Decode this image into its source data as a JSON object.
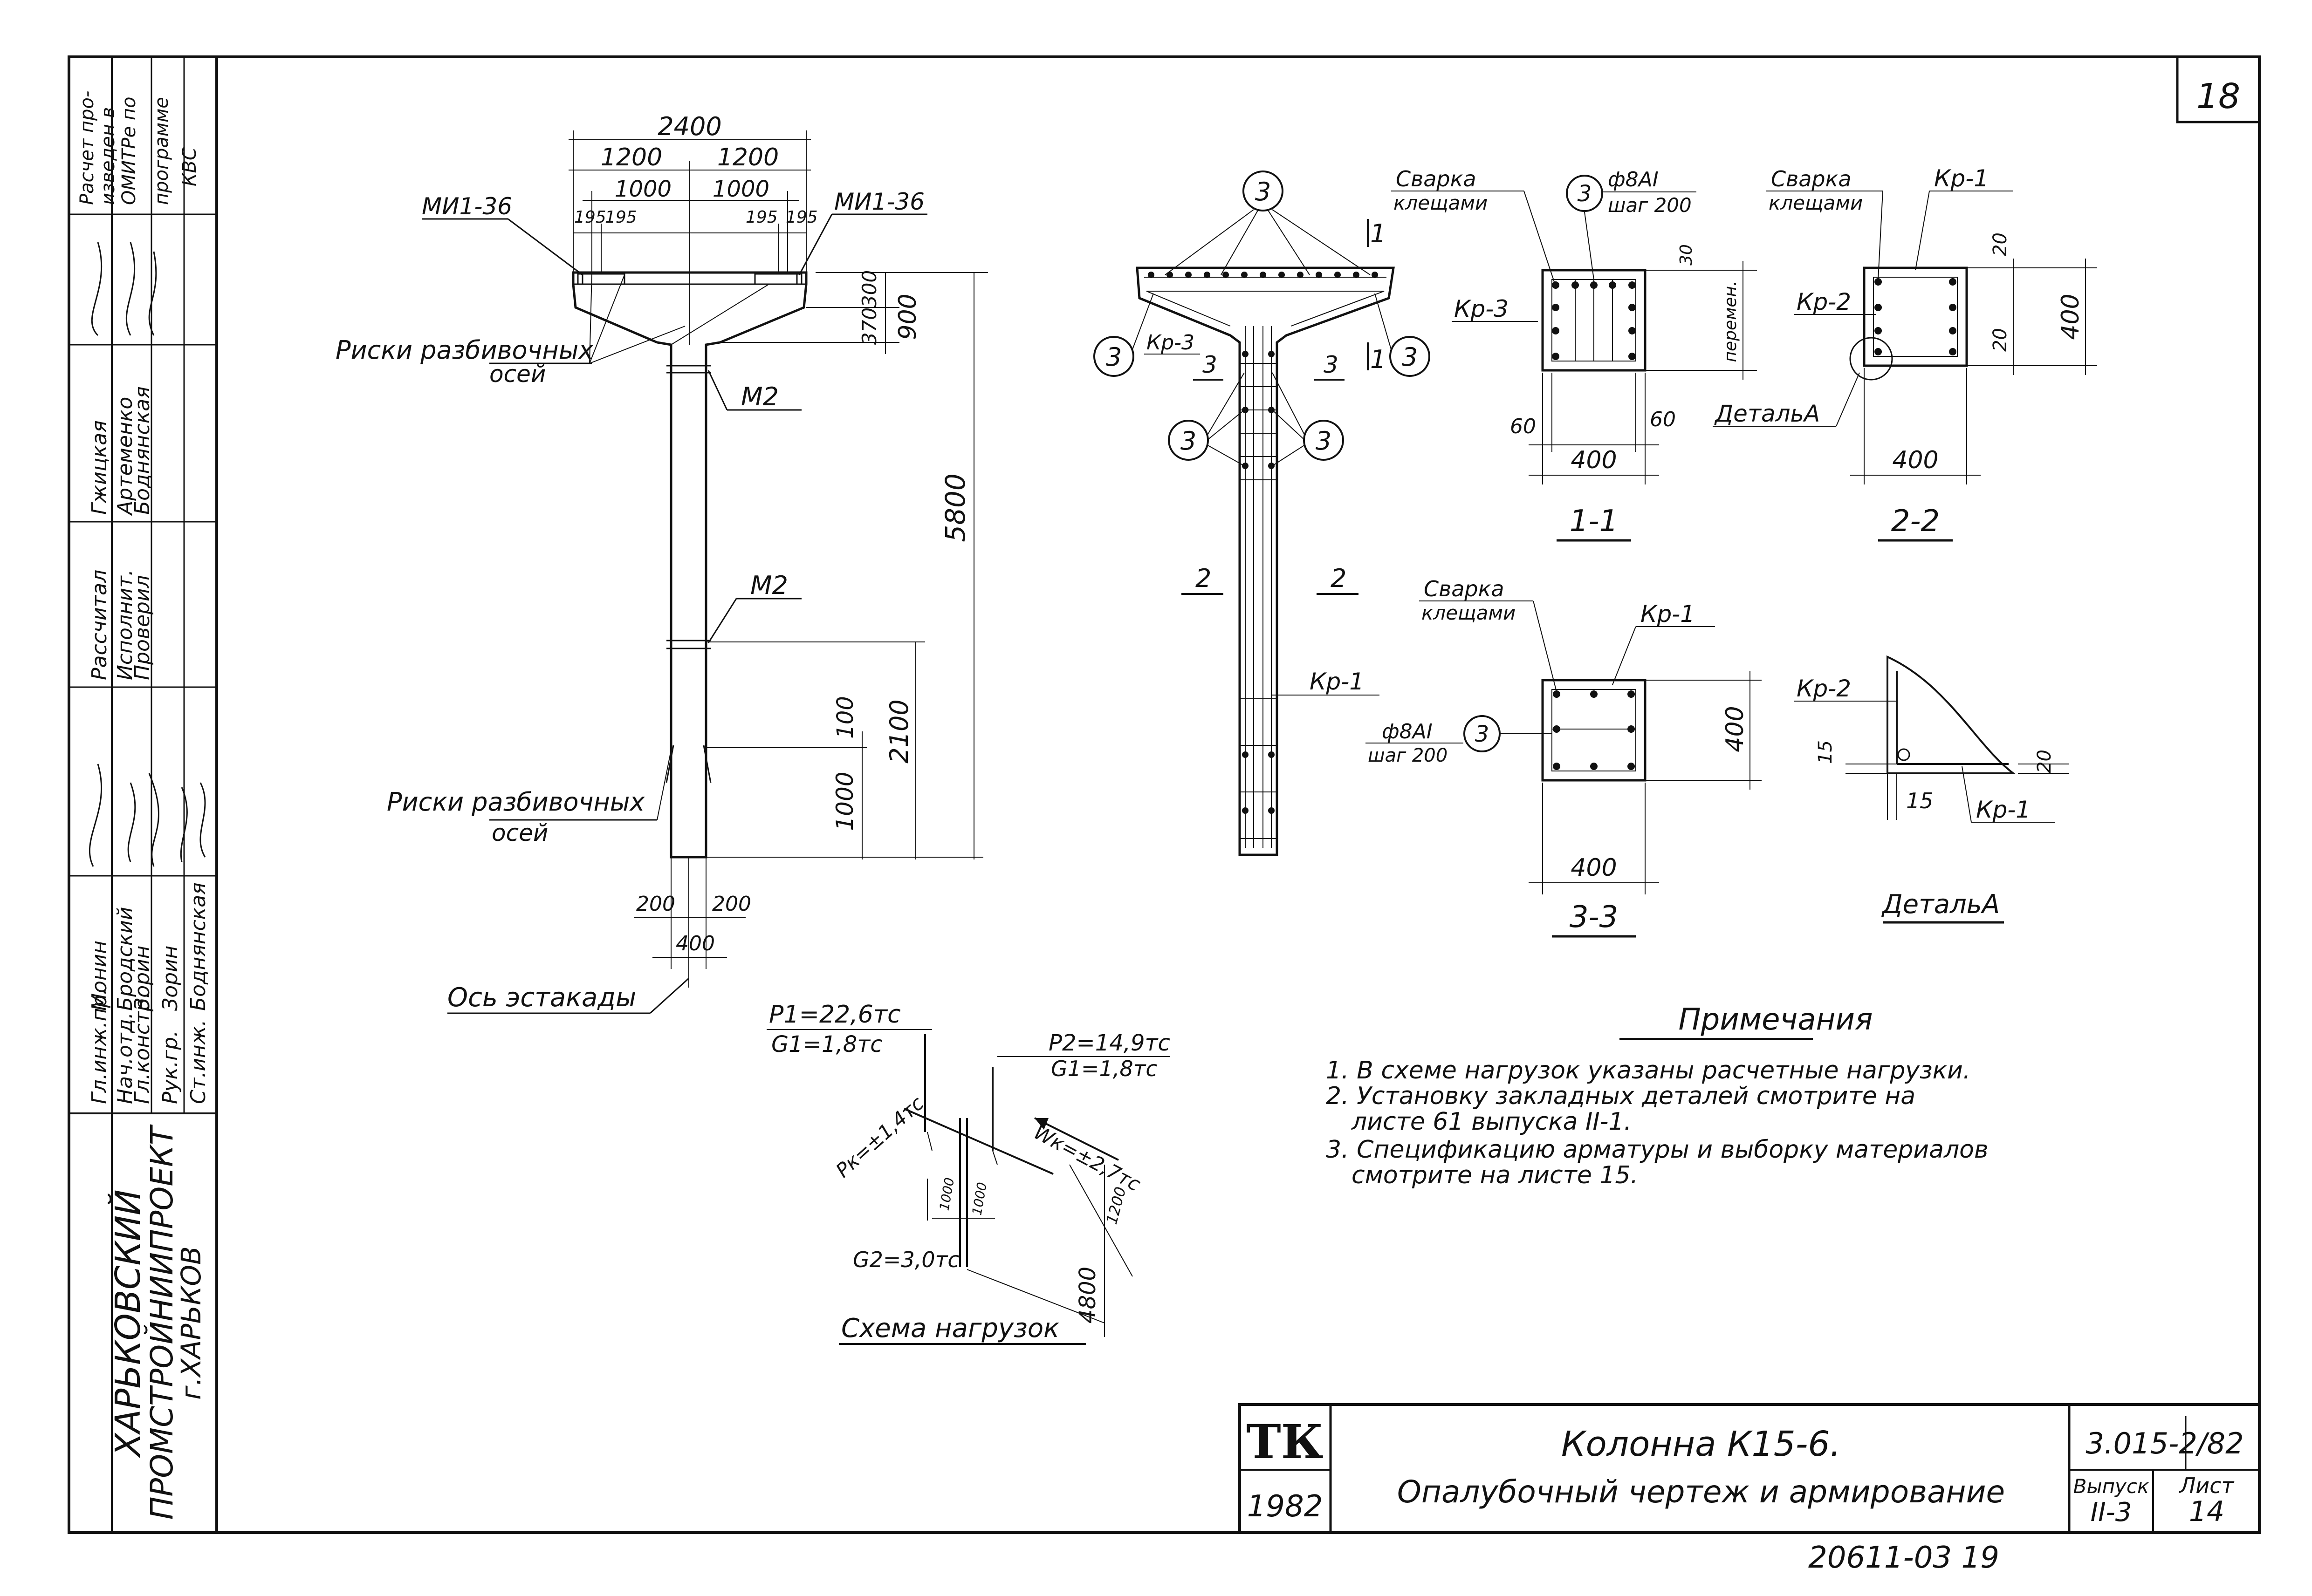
{
  "sheet": {
    "page_number": "18",
    "stamp_number": "20611-03 19"
  },
  "side_block": {
    "org_line1": "ХАРЬКОВСКИЙ",
    "org_line2": "ПРОМСТРОЙНИИПРОЕКТ",
    "org_line3": "г.ХАРЬКОВ",
    "roles": [
      {
        "role": "Гл.инж.пр.",
        "name": "Монин"
      },
      {
        "role": "Нач.отд.",
        "name": "Бродский"
      },
      {
        "role": "Гл.констр.",
        "name": "Зорин"
      },
      {
        "role": "Рук.гр.",
        "name": "Зорин"
      },
      {
        "role": "Ст.инж.",
        "name": "Боднянская"
      }
    ],
    "roles2": [
      {
        "role": "Рассчитал",
        "name": "Гжицкая"
      },
      {
        "role": "Исполнит.",
        "name": "Артеменко"
      },
      {
        "role": "Проверил",
        "name": "Боднянская"
      }
    ],
    "calc_note_l1": "Расчет про-",
    "calc_note_l2": "изведен в",
    "calc_note_l3": "ОМИТРе по",
    "calc_note_l4": "программе",
    "calc_note_l5": "КВС"
  },
  "title_block": {
    "logo": "ТК",
    "year": "1982",
    "title_line1": "Колонна К15-6.",
    "title_line2": "Опалубочный чертеж и армирование",
    "code": "3.015-2/82",
    "issue_label": "Выпуск",
    "issue_value": "II-3",
    "sheet_label": "Лист",
    "sheet_value": "14"
  },
  "elevation": {
    "dim_total": "2400",
    "dim_half_l": "1200",
    "dim_half_r": "1200",
    "dim_1000_l": "1000",
    "dim_1000_r": "1000",
    "dim_195_a": "195",
    "dim_195_b": "195",
    "dim_195_c": "195",
    "dim_195_d": "195",
    "tag_mi_l": "МИ1-36",
    "tag_mi_r": "МИ1-36",
    "marks_l1": "Риски разбивочных",
    "marks_l2": "осей",
    "marks2_l1": "Риски разбивочных",
    "marks2_l2": "осей",
    "tag_m2_top": "М2",
    "tag_m2_mid": "М2",
    "dim_370": "370",
    "dim_300": "300",
    "dim_900": "900",
    "dim_5800": "5800",
    "dim_2100": "2100",
    "dim_100": "100",
    "dim_1000": "1000",
    "dim_200_l": "200",
    "dim_200_r": "200",
    "dim_400": "400",
    "axis_label": "Ось эстакады"
  },
  "rebar": {
    "pos": "3",
    "cut_1": "1",
    "cut_2": "2",
    "cut_3": "3",
    "kr1": "Кр-1",
    "kr3": "Кр-3"
  },
  "section_11": {
    "weld_l1": "Сварка",
    "weld_l2": "клещами",
    "bar_l1": "ф8АI",
    "bar_l2": "шаг 200",
    "kr3": "Кр-3",
    "var": "перемен.",
    "dim_30": "30",
    "dim_60_l": "60",
    "dim_60_r": "60",
    "dim_400": "400",
    "name": "1-1"
  },
  "section_22": {
    "weld_l1": "Сварка",
    "weld_l2": "клещами",
    "kr1": "Кр-1",
    "kr2": "Кр-2",
    "dim_20_t": "20",
    "dim_20_b": "20",
    "dim_400_v": "400",
    "dim_400_h": "400",
    "detail": "ДетальА",
    "name": "2-2"
  },
  "section_33": {
    "weld_l1": "Сварка",
    "weld_l2": "клещами",
    "kr1": "Кр-1",
    "bar_l1": "ф8АI",
    "bar_l2": "шаг 200",
    "dim_400_v": "400",
    "dim_400_h": "400",
    "name": "3-3"
  },
  "detail_a": {
    "kr2": "Кр-2",
    "kr1": "Кр-1",
    "dim_15_v": "15",
    "dim_15_h": "15",
    "dim_20": "20",
    "name": "ДетальА"
  },
  "loads": {
    "p1": "P1=22,6тс",
    "g1a": "G1=1,8тс",
    "p2": "P2=14,9тс",
    "g1b": "G1=1,8тс",
    "pk": "Pк=±1,4тс",
    "wk": "Wк=±2,7тс",
    "g2": "G2=3,0тс",
    "d1000a": "1000",
    "d1000b": "1000",
    "d1200": "1200",
    "d4800": "4800",
    "name": "Схема нагрузок"
  },
  "notes": {
    "heading": "Примечания",
    "n1": "1. В схеме нагрузок указаны расчетные нагрузки.",
    "n2a": "2. Установку закладных деталей смотрите на",
    "n2b": "листе 61 выпуска II-1.",
    "n3a": "3. Спецификацию арматуры и выборку материалов",
    "n3b": "смотрите на листе 15."
  }
}
